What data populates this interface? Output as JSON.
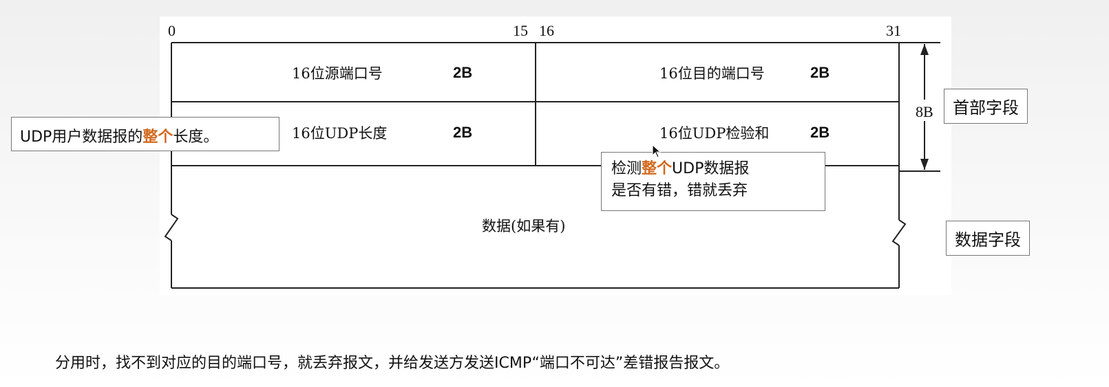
{
  "diagram": {
    "bit_labels": {
      "b0": "0",
      "b15": "15",
      "b16": "16",
      "b31": "31"
    },
    "fields": {
      "src_port": {
        "label": "16位源端口号",
        "size": "2B"
      },
      "dst_port": {
        "label": "16位目的端口号",
        "size": "2B"
      },
      "length": {
        "label": "16位UDP长度",
        "size": "2B"
      },
      "checksum": {
        "label": "16位UDP检验和",
        "size": "2B"
      },
      "data": {
        "label": "数据(如果有)"
      }
    },
    "header_size": "8B",
    "section_labels": {
      "header": "首部字段",
      "data": "数据字段"
    }
  },
  "annotations": {
    "length_note": {
      "before": "UDP用户数据报的",
      "highlight": "整个",
      "after": "长度。"
    },
    "checksum_note": {
      "line1_before": "检测",
      "line1_highlight": "整个",
      "line1_after": "UDP数据报",
      "line2": "是否有错，错就丢弃"
    },
    "bottom_note": "分用时，找不到对应的目的端口号，就丢弃报文，并给发送方发送ICMP“端口不可达”差错报告报文。"
  },
  "colors": {
    "accent": "#d2691e",
    "line": "#222222",
    "box_border": "#777777"
  },
  "icons": {
    "cursor": "mouse-pointer-icon",
    "arrow": "double-arrow-icon"
  }
}
